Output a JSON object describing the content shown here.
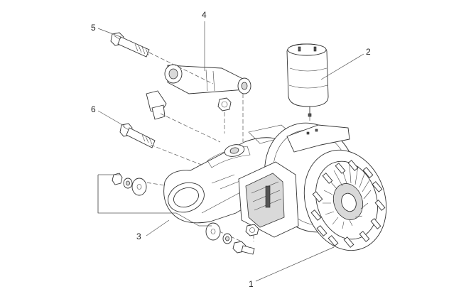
{
  "diagram": {
    "callouts": {
      "c1": "1",
      "c2": "2",
      "c3": "3",
      "c4": "4",
      "c5": "5",
      "c6": "6"
    },
    "colors": {
      "line": "#333333",
      "fill": "#ffffff",
      "shade": "#d9d9d9"
    }
  }
}
